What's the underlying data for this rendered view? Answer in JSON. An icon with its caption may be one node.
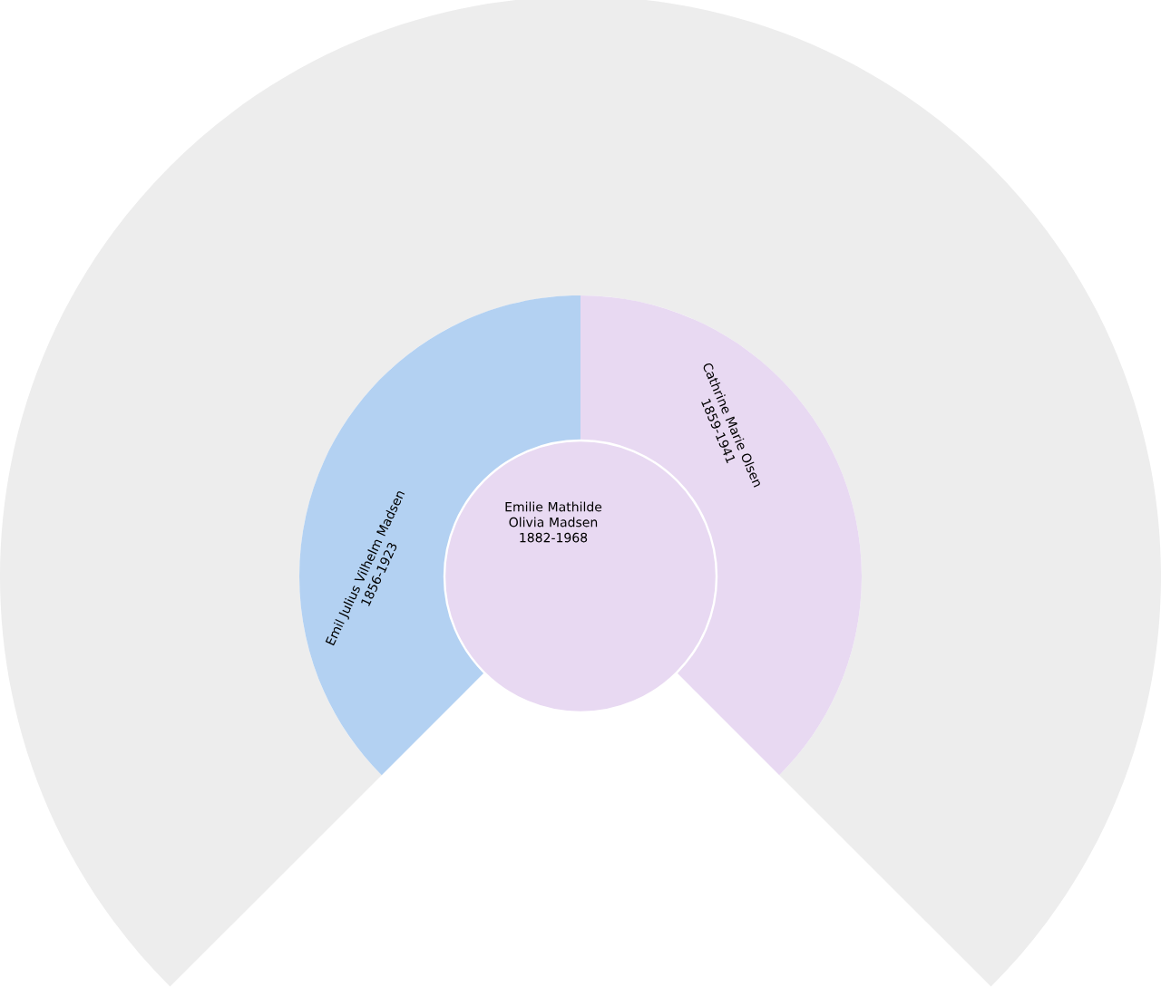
{
  "diagram": {
    "nodes": [
      {
        "text": [],
        "shape": "ring"
      },
      {
        "text": [
          "Emil Julius Vilhelm Madsen",
          "1856-1923"
        ]
      },
      {
        "text": [
          "Cathrine Marie Olsen",
          "1859-1941"
        ]
      },
      {
        "text": [
          "Emilie Mathilde Olivia Madsen",
          "1882-1968"
        ]
      }
    ]
  }
}
